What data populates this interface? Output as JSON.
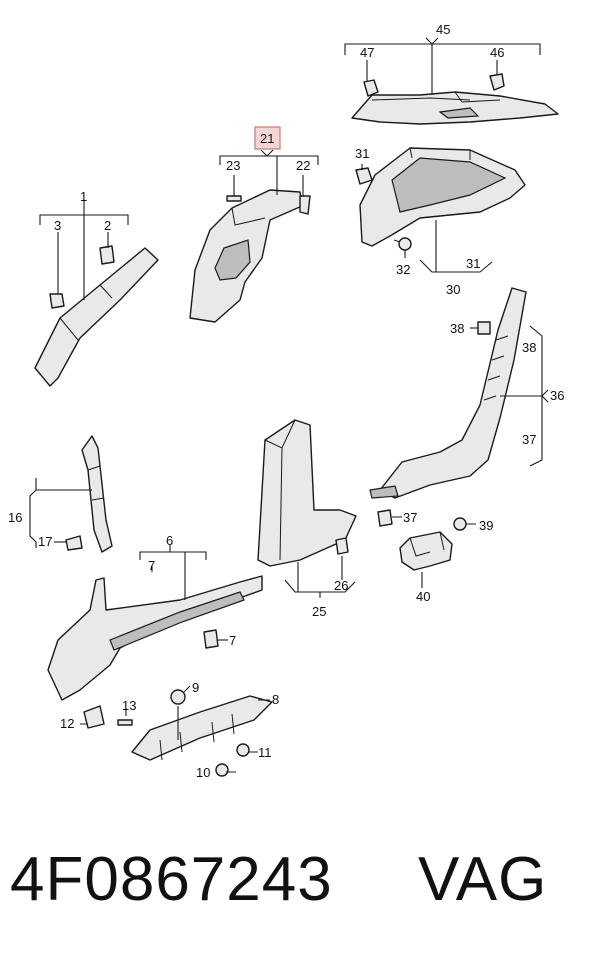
{
  "callouts": {
    "c1": "1",
    "c2": "2",
    "c3": "3",
    "c6": "6",
    "c7a": "7",
    "c7b": "7",
    "c8": "8",
    "c9": "9",
    "c10": "10",
    "c11": "11",
    "c12": "12",
    "c13": "13",
    "c16": "16",
    "c17": "17",
    "c21": "21",
    "c22": "22",
    "c23": "23",
    "c25": "25",
    "c26": "26",
    "c30": "30",
    "c31a": "31",
    "c31b": "31",
    "c32": "32",
    "c36": "36",
    "c37a": "37",
    "c37b": "37",
    "c38a": "38",
    "c38b": "38",
    "c39": "39",
    "c40": "40",
    "c45": "45",
    "c46": "46",
    "c47": "47"
  },
  "highlight_callout": "21",
  "footer": {
    "part_number": "4F0867243",
    "brand": "VAG"
  }
}
